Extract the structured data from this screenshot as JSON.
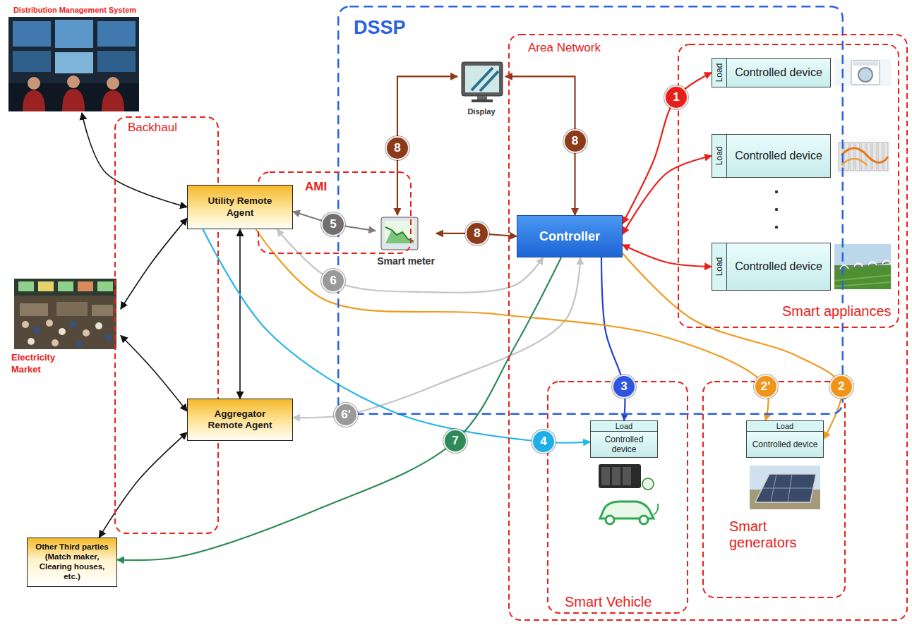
{
  "diagram": {
    "nodes": [
      {
        "text": [
          "Distribution Management System"
        ]
      },
      {
        "text": [
          "Backhaul"
        ]
      },
      {
        "text": [
          "Utility Remote Agent"
        ]
      },
      {
        "text": [
          "Aggregator Remote Agent"
        ]
      },
      {
        "text": [
          "Electricity Market"
        ]
      },
      {
        "text": [
          "Other Third parties (Match maker, Clearing houses, etc.)"
        ]
      },
      {
        "text": [
          "DSSP"
        ]
      },
      {
        "text": [
          "AMI"
        ]
      },
      {
        "text": [
          "Display"
        ]
      },
      {
        "text": [
          "Smart meter"
        ]
      },
      {
        "text": [
          "Area Network"
        ]
      },
      {
        "text": [
          "Controller"
        ],
        "in": 10
      },
      {
        "text": [
          "Smart appliances"
        ],
        "in": 10
      },
      {
        "text": [
          "Load",
          "Controlled device"
        ],
        "in": 12
      },
      {
        "text": [
          "Load",
          "Controlled device"
        ],
        "in": 12
      },
      {
        "text": [
          "Load",
          "Controlled device"
        ],
        "in": 12
      },
      {
        "text": [
          "Smart Vehicle"
        ],
        "in": 10
      },
      {
        "text": [
          "Load",
          "Controlled device"
        ],
        "in": 16
      },
      {
        "text": [
          "Smart generators"
        ],
        "in": 10
      },
      {
        "text": [
          "Load",
          "Controlled device"
        ],
        "in": 18
      }
    ],
    "edges": [
      {
        "from": 0,
        "to": 2,
        "arrow": "both"
      },
      {
        "from": 4,
        "to": 2,
        "arrow": "both"
      },
      {
        "from": 4,
        "to": 3,
        "arrow": "both"
      },
      {
        "from": 5,
        "to": 3,
        "arrow": "both"
      },
      {
        "from": 2,
        "to": 3,
        "arrow": "both"
      },
      {
        "from": 2,
        "to": 9,
        "label": "5",
        "arrow": "both"
      },
      {
        "from": 9,
        "to": 8,
        "label": "8",
        "arrow": "both"
      },
      {
        "from": 11,
        "to": 8,
        "label": "8",
        "arrow": "both"
      },
      {
        "from": 9,
        "to": 11,
        "label": "8",
        "arrow": "both"
      },
      {
        "from": 11,
        "to": 13,
        "label": "1",
        "arrow": "both"
      },
      {
        "from": 11,
        "to": 14,
        "arrow": "both"
      },
      {
        "from": 11,
        "to": 15,
        "arrow": "both"
      },
      {
        "from": 2,
        "to": 11,
        "label": "6",
        "arrow": "both"
      },
      {
        "from": 11,
        "to": 3,
        "label": "6'",
        "arrow": "both"
      },
      {
        "from": 11,
        "to": 17,
        "label": "3",
        "arrow": "to"
      },
      {
        "from": 2,
        "to": 17,
        "label": "4",
        "arrow": "to"
      },
      {
        "from": 11,
        "to": 19,
        "label": "2",
        "arrow": "to"
      },
      {
        "from": 2,
        "to": 19,
        "label": "2'",
        "arrow": "to"
      },
      {
        "from": 11,
        "to": 5,
        "label": "7",
        "arrow": "to"
      }
    ]
  }
}
